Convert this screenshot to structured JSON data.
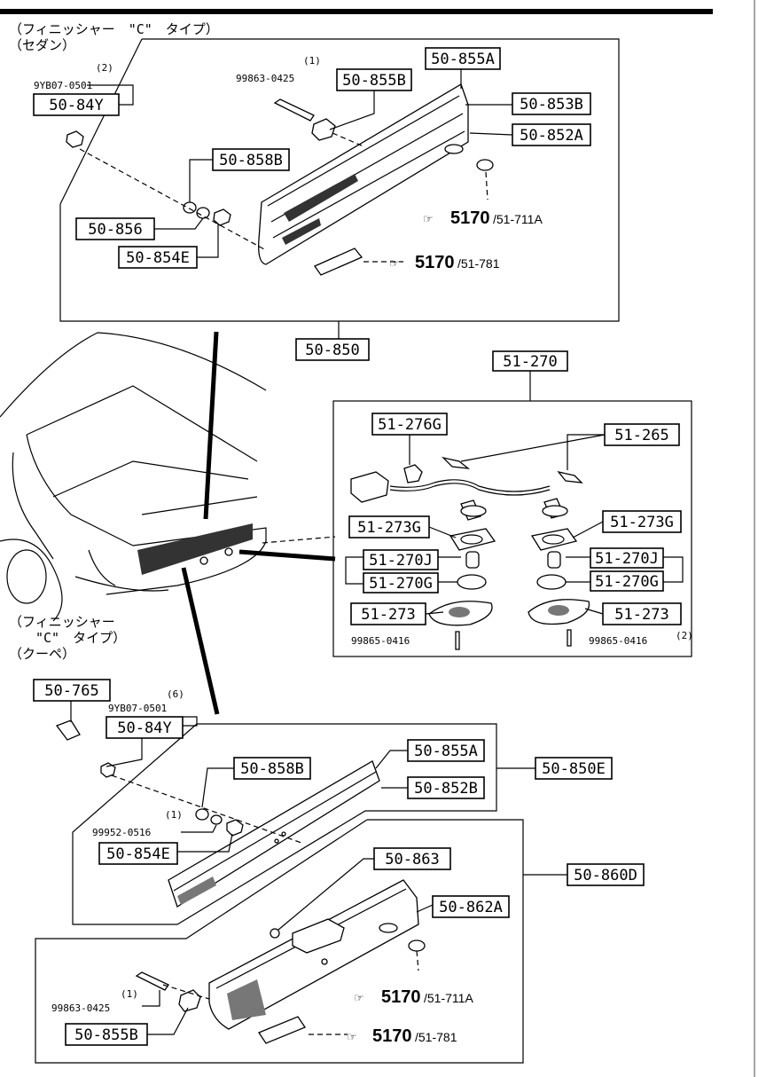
{
  "headers": {
    "sedan_line1": "（フィニッシャー　\"C\"　タイプ）",
    "sedan_line2": "（セダン）",
    "coupe_line1": "（フィニッシャー",
    "coupe_line2": "\"C\"　タイプ）",
    "coupe_line3": "（クーペ）"
  },
  "upper_group": {
    "p_84Y": "50-84Y",
    "p_84Y_bolt": "9YB07-0501",
    "p_84Y_qty": "(2)",
    "p_screw": "99863-0425",
    "p_screw_qty": "(1)",
    "p_855B": "50-855B",
    "p_855A": "50-855A",
    "p_853B": "50-853B",
    "p_852A": "50-852A",
    "p_858B": "50-858B",
    "p_856": "50-856",
    "p_854E": "50-854E",
    "ref1_num": "5170",
    "ref1_sub": "/51-711A",
    "ref2_num": "5170",
    "ref2_sub": "/51-781",
    "assembly": "50-850"
  },
  "lamp_group": {
    "assembly": "51-270",
    "p_276G": "51-276G",
    "p_265": "51-265",
    "p_273G_l": "51-273G",
    "p_273G_r": "51-273G",
    "p_270J_l": "51-270J",
    "p_270G_l": "51-270G",
    "p_270J_r": "51-270J",
    "p_270G_r": "51-270G",
    "p_273_l": "51-273",
    "p_273_r": "51-273",
    "screw_l": "99865-0416",
    "screw_r": "99865-0416",
    "screw_qty": "(2)"
  },
  "lower_group": {
    "p_765": "50-765",
    "p_84Y_bolt": "9YB07-0501",
    "p_84Y_qty": "(6)",
    "p_84Y": "50-84Y",
    "p_858B": "50-858B",
    "p_855A": "50-855A",
    "p_852B": "50-852B",
    "assembly_E": "50-850E",
    "p_washer": "99952-0516",
    "p_washer_qty": "(1)",
    "p_854E": "50-854E",
    "p_863": "50-863",
    "assembly_D": "50-860D",
    "p_862A": "50-862A",
    "p_screw": "99863-0425",
    "p_screw_qty": "(1)",
    "p_855B": "50-855B",
    "ref1_num": "5170",
    "ref1_sub": "/51-711A",
    "ref2_num": "5170",
    "ref2_sub": "/51-781"
  }
}
